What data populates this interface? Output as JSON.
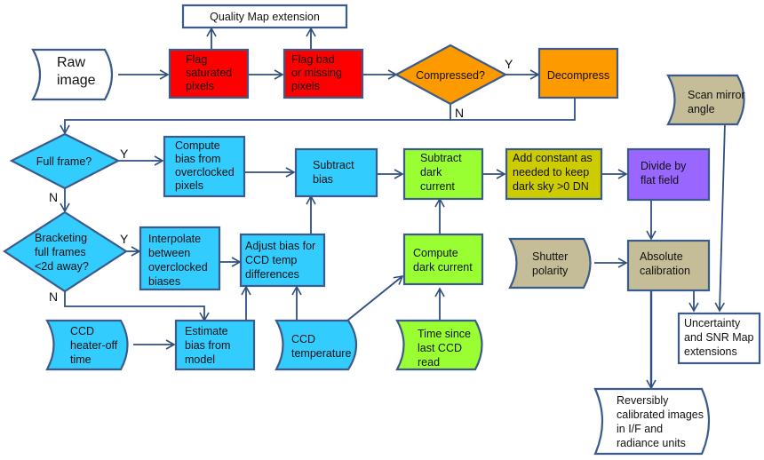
{
  "title": "Image calibration pipeline flowchart",
  "colors": {
    "red": "#fe0000",
    "orange": "#fd9a00",
    "cyan": "#33ccff",
    "green": "#99ff33",
    "olive": "#cccc00",
    "purple": "#9966ff",
    "tan": "#c4bd97",
    "white": "#ffffff",
    "stroke": "#3b5b8a",
    "edge": "#2f4f7f"
  },
  "nodes": {
    "quality_map": {
      "lines": [
        "Quality Map extension"
      ]
    },
    "raw_image": {
      "lines": [
        "Raw",
        "image"
      ]
    },
    "flag_saturated": {
      "lines": [
        "Flag",
        "saturated",
        "pixels"
      ]
    },
    "flag_bad": {
      "lines": [
        "Flag bad",
        "or missing",
        "pixels"
      ]
    },
    "compressed": {
      "lines": [
        "Compressed?"
      ]
    },
    "decompress": {
      "lines": [
        "Decompress"
      ]
    },
    "scan_mirror": {
      "lines": [
        "Scan mirror",
        "angle"
      ]
    },
    "full_frame": {
      "lines": [
        "Full frame?"
      ]
    },
    "compute_bias": {
      "lines": [
        "Compute",
        "bias from",
        "overclocked",
        "pixels"
      ]
    },
    "subtract_bias": {
      "lines": [
        "Subtract",
        "bias"
      ]
    },
    "subtract_dark": {
      "lines": [
        "Subtract",
        "dark",
        "current"
      ]
    },
    "add_constant": {
      "lines": [
        "Add constant as",
        "needed to keep",
        "dark sky >0 DN"
      ]
    },
    "divide_flat": {
      "lines": [
        "Divide by",
        "flat field"
      ]
    },
    "bracketing": {
      "lines": [
        "Bracketing",
        "full frames",
        "<2d away?"
      ]
    },
    "interpolate": {
      "lines": [
        "Interpolate",
        "between",
        "overclocked",
        "biases"
      ]
    },
    "adjust_bias": {
      "lines": [
        "Adjust bias for",
        "CCD temp",
        "differences"
      ]
    },
    "compute_dark": {
      "lines": [
        "Compute",
        "dark current"
      ]
    },
    "shutter": {
      "lines": [
        "Shutter",
        "polarity"
      ]
    },
    "absolute_cal": {
      "lines": [
        "Absolute",
        "calibration"
      ]
    },
    "heater_off": {
      "lines": [
        "CCD",
        "heater-off",
        "time"
      ]
    },
    "estimate_bias": {
      "lines": [
        "Estimate",
        "bias from",
        "model"
      ]
    },
    "ccd_temp": {
      "lines": [
        "CCD",
        "temperature"
      ]
    },
    "time_since": {
      "lines": [
        "Time since",
        "last CCD",
        "read"
      ]
    },
    "uncertainty": {
      "lines": [
        "Uncertainty",
        "and SNR Map",
        "extensions"
      ]
    },
    "reversibly": {
      "lines": [
        "Reversibly",
        "calibrated images",
        "in I/F and",
        "radiance units"
      ]
    }
  },
  "edge_labels": {
    "compressed_yes": "Y",
    "compressed_no": "N",
    "full_frame_yes": "Y",
    "full_frame_no": "N",
    "bracketing_yes": "Y",
    "bracketing_no": "N"
  }
}
